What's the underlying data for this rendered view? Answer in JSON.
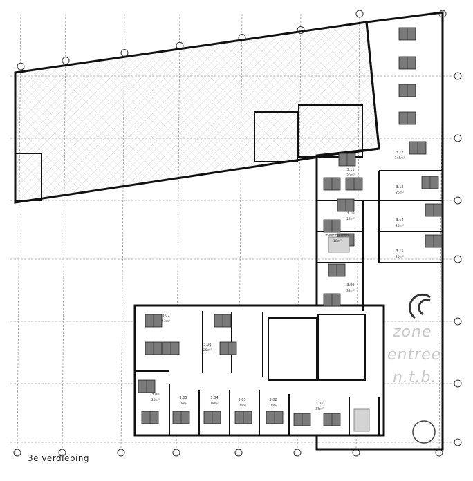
{
  "floor_title": "3e verdieping",
  "zone_label": [
    "zone",
    "entree",
    "n.t.b."
  ],
  "rooms": [
    {
      "number": "3.12",
      "area": "145m²"
    },
    {
      "number": "3.11",
      "area": "30m²"
    },
    {
      "number": "3.13",
      "area": "26m²"
    },
    {
      "number": "3.10",
      "area": "18m²"
    },
    {
      "number": "meeting room",
      "area": "18m²"
    },
    {
      "number": "3.14",
      "area": "25m²"
    },
    {
      "number": "3.15",
      "area": "25m²"
    },
    {
      "number": "3.09",
      "area": "33m²"
    },
    {
      "number": "3.07",
      "area": "53m²"
    },
    {
      "number": "3.08",
      "area": "25m²"
    },
    {
      "number": "3.06",
      "area": "25m²"
    },
    {
      "number": "3.05",
      "area": "18m²"
    },
    {
      "number": "3.04",
      "area": "18m²"
    },
    {
      "number": "3.03",
      "area": "18m²"
    },
    {
      "number": "3.02",
      "area": "18m²"
    },
    {
      "number": "3.01",
      "area": "37m²"
    }
  ],
  "colors": {
    "wall": "#111111",
    "desk": "#7a7a7a",
    "meeting_table": "#d4d4d4",
    "hatch": "#bbbbbb",
    "grid": "#555555"
  }
}
